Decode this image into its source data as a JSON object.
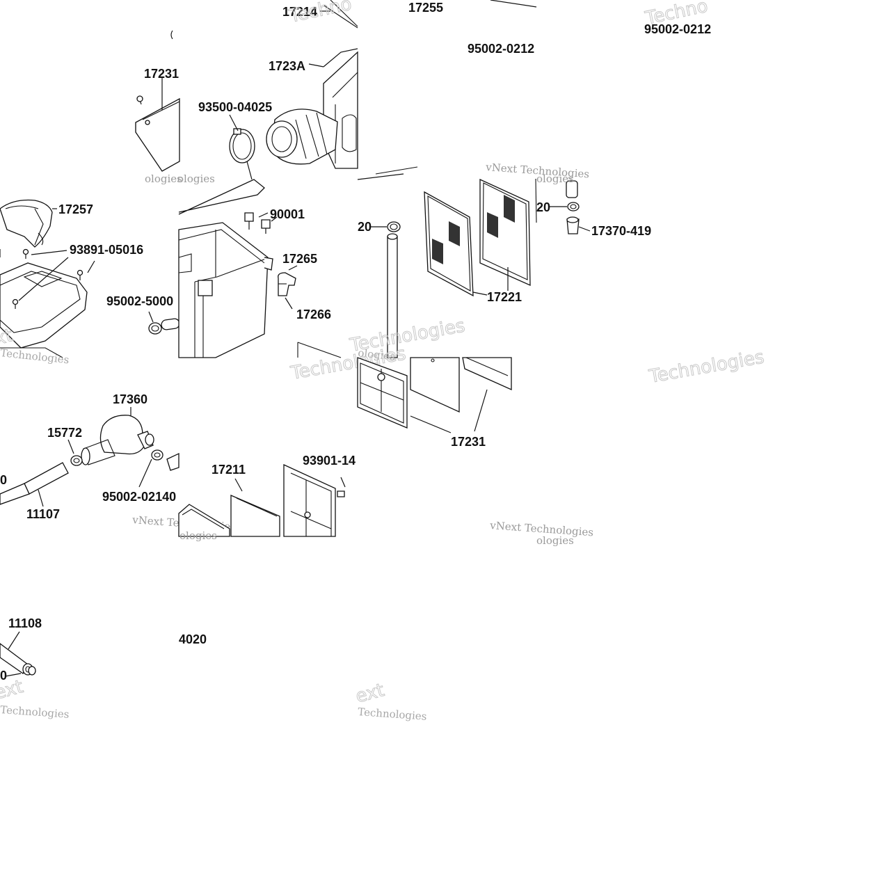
{
  "diagram": {
    "part_labels": [
      "17214",
      "17255",
      "95002-0212",
      "95002-0212",
      "17231",
      "1723A",
      "93500-04025",
      "17257",
      "93891-05016",
      "95002-5000",
      "90001",
      "17265",
      "17266",
      "20",
      "17221",
      "20",
      "17370-419",
      "17360",
      "15772",
      "0",
      "11107",
      "95002-02140",
      "17211",
      "93901-14",
      "17231",
      "11108",
      "4020",
      "0"
    ],
    "watermark": {
      "brand_top": "vNext",
      "brand_line": "vNext Technologies",
      "brand_bottom": "Technologies",
      "brand_word": "Technologies",
      "brand_short": "ext",
      "brand_mid": "Techno",
      "brand_frag": "ologies"
    }
  }
}
